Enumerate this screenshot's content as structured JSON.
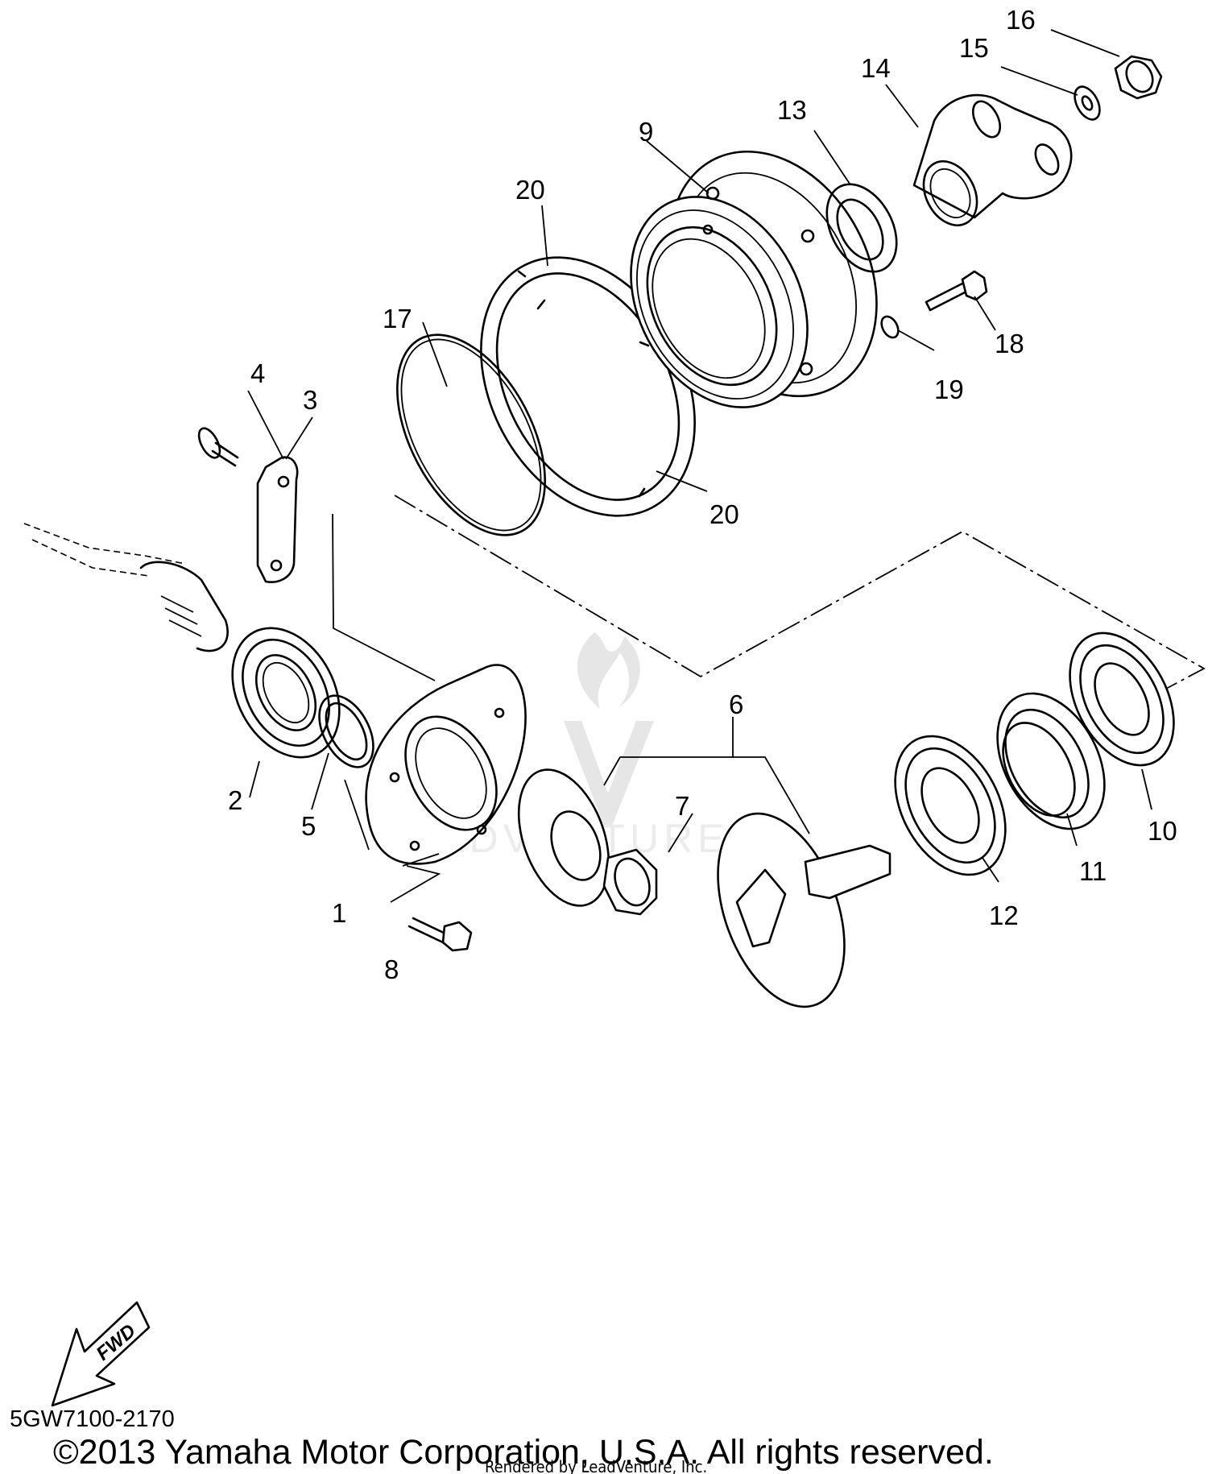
{
  "diagram": {
    "callouts": [
      "1",
      "2",
      "3",
      "4",
      "5",
      "6",
      "7",
      "8",
      "9",
      "10",
      "11",
      "12",
      "13",
      "14",
      "15",
      "16",
      "17",
      "18",
      "19",
      "20",
      "20"
    ],
    "fwd_label": "FWD",
    "drawing_number": "5GW7100-2170",
    "copyright": "©2013 Yamaha Motor Corporation, U.S.A. All rights reserved.",
    "rendered_by": "Rendered by LeadVenture, Inc.",
    "watermark": "LEADVENTURE"
  }
}
